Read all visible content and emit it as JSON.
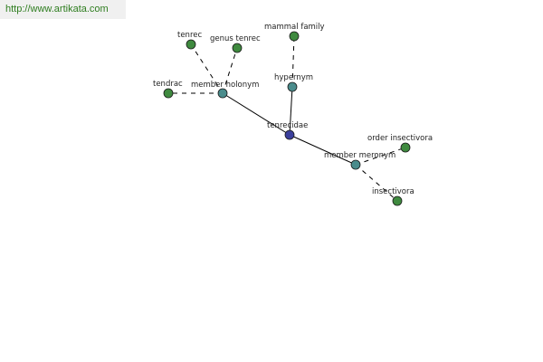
{
  "watermark": "http://www.artikata.com",
  "colors": {
    "center_node": "#3b3f9c",
    "relation_node": "#4a8c8c",
    "leaf_node": "#3f8a3f",
    "edge": "#000000",
    "watermark_text": "#2e7d1f"
  },
  "nodes": [
    {
      "id": "tenrecidae",
      "label": "tenrecidae",
      "kind": "center"
    },
    {
      "id": "member-holonym",
      "label": "member holonym",
      "kind": "relation"
    },
    {
      "id": "hypernym",
      "label": "hypernym",
      "kind": "relation"
    },
    {
      "id": "member-meronym",
      "label": "member meronym",
      "kind": "relation"
    },
    {
      "id": "tenrec",
      "label": "tenrec",
      "kind": "leaf"
    },
    {
      "id": "genus-tenrec",
      "label": "genus tenrec",
      "kind": "leaf"
    },
    {
      "id": "tendrac",
      "label": "tendrac",
      "kind": "leaf"
    },
    {
      "id": "mammal-family",
      "label": "mammal family",
      "kind": "leaf"
    },
    {
      "id": "order-insectivora",
      "label": "order insectivora",
      "kind": "leaf"
    },
    {
      "id": "insectivora",
      "label": "insectivora",
      "kind": "leaf"
    }
  ],
  "edges": [
    {
      "from": "tenrecidae",
      "to": "member-holonym",
      "style": "solid"
    },
    {
      "from": "tenrecidae",
      "to": "hypernym",
      "style": "solid"
    },
    {
      "from": "tenrecidae",
      "to": "member-meronym",
      "style": "solid"
    },
    {
      "from": "member-holonym",
      "to": "tenrec",
      "style": "dashed"
    },
    {
      "from": "member-holonym",
      "to": "genus-tenrec",
      "style": "dashed"
    },
    {
      "from": "member-holonym",
      "to": "tendrac",
      "style": "dashed"
    },
    {
      "from": "hypernym",
      "to": "mammal-family",
      "style": "dashed"
    },
    {
      "from": "member-meronym",
      "to": "order-insectivora",
      "style": "dashed"
    },
    {
      "from": "member-meronym",
      "to": "insectivora",
      "style": "dashed"
    }
  ]
}
